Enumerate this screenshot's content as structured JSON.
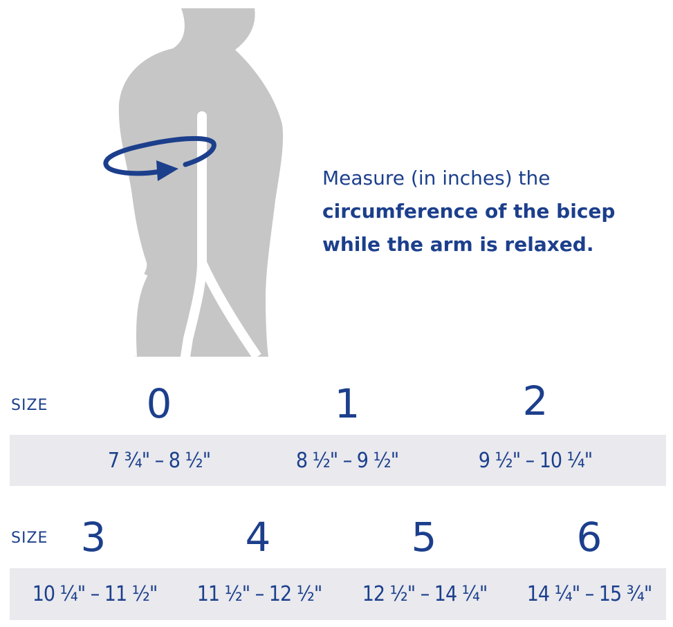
{
  "instruction": {
    "line1": "Measure (in inches) the",
    "line2": "circumference of the bicep",
    "line3": "while the arm is relaxed."
  },
  "row1": {
    "label": "SIZE",
    "sizes": [
      "0",
      "1",
      "2"
    ],
    "ranges": [
      "7 ¾\" – 8 ½\"",
      "8 ½\" – 9 ½\"",
      "9 ½\" – 10 ¼\""
    ]
  },
  "row2": {
    "label": "SIZE",
    "sizes": [
      "3",
      "4",
      "5",
      "6"
    ],
    "ranges": [
      "10 ¼\" – 11 ½\"",
      "11 ½\" – 12 ½\"",
      "12 ½\" – 14 ¼\"",
      "14 ¼\" – 15 ¾\""
    ]
  },
  "colors": {
    "text": "#1c3f8c",
    "silhouette": "#c6c6c6",
    "band": "#e9e9ee",
    "arrow": "#1c3f8c"
  }
}
